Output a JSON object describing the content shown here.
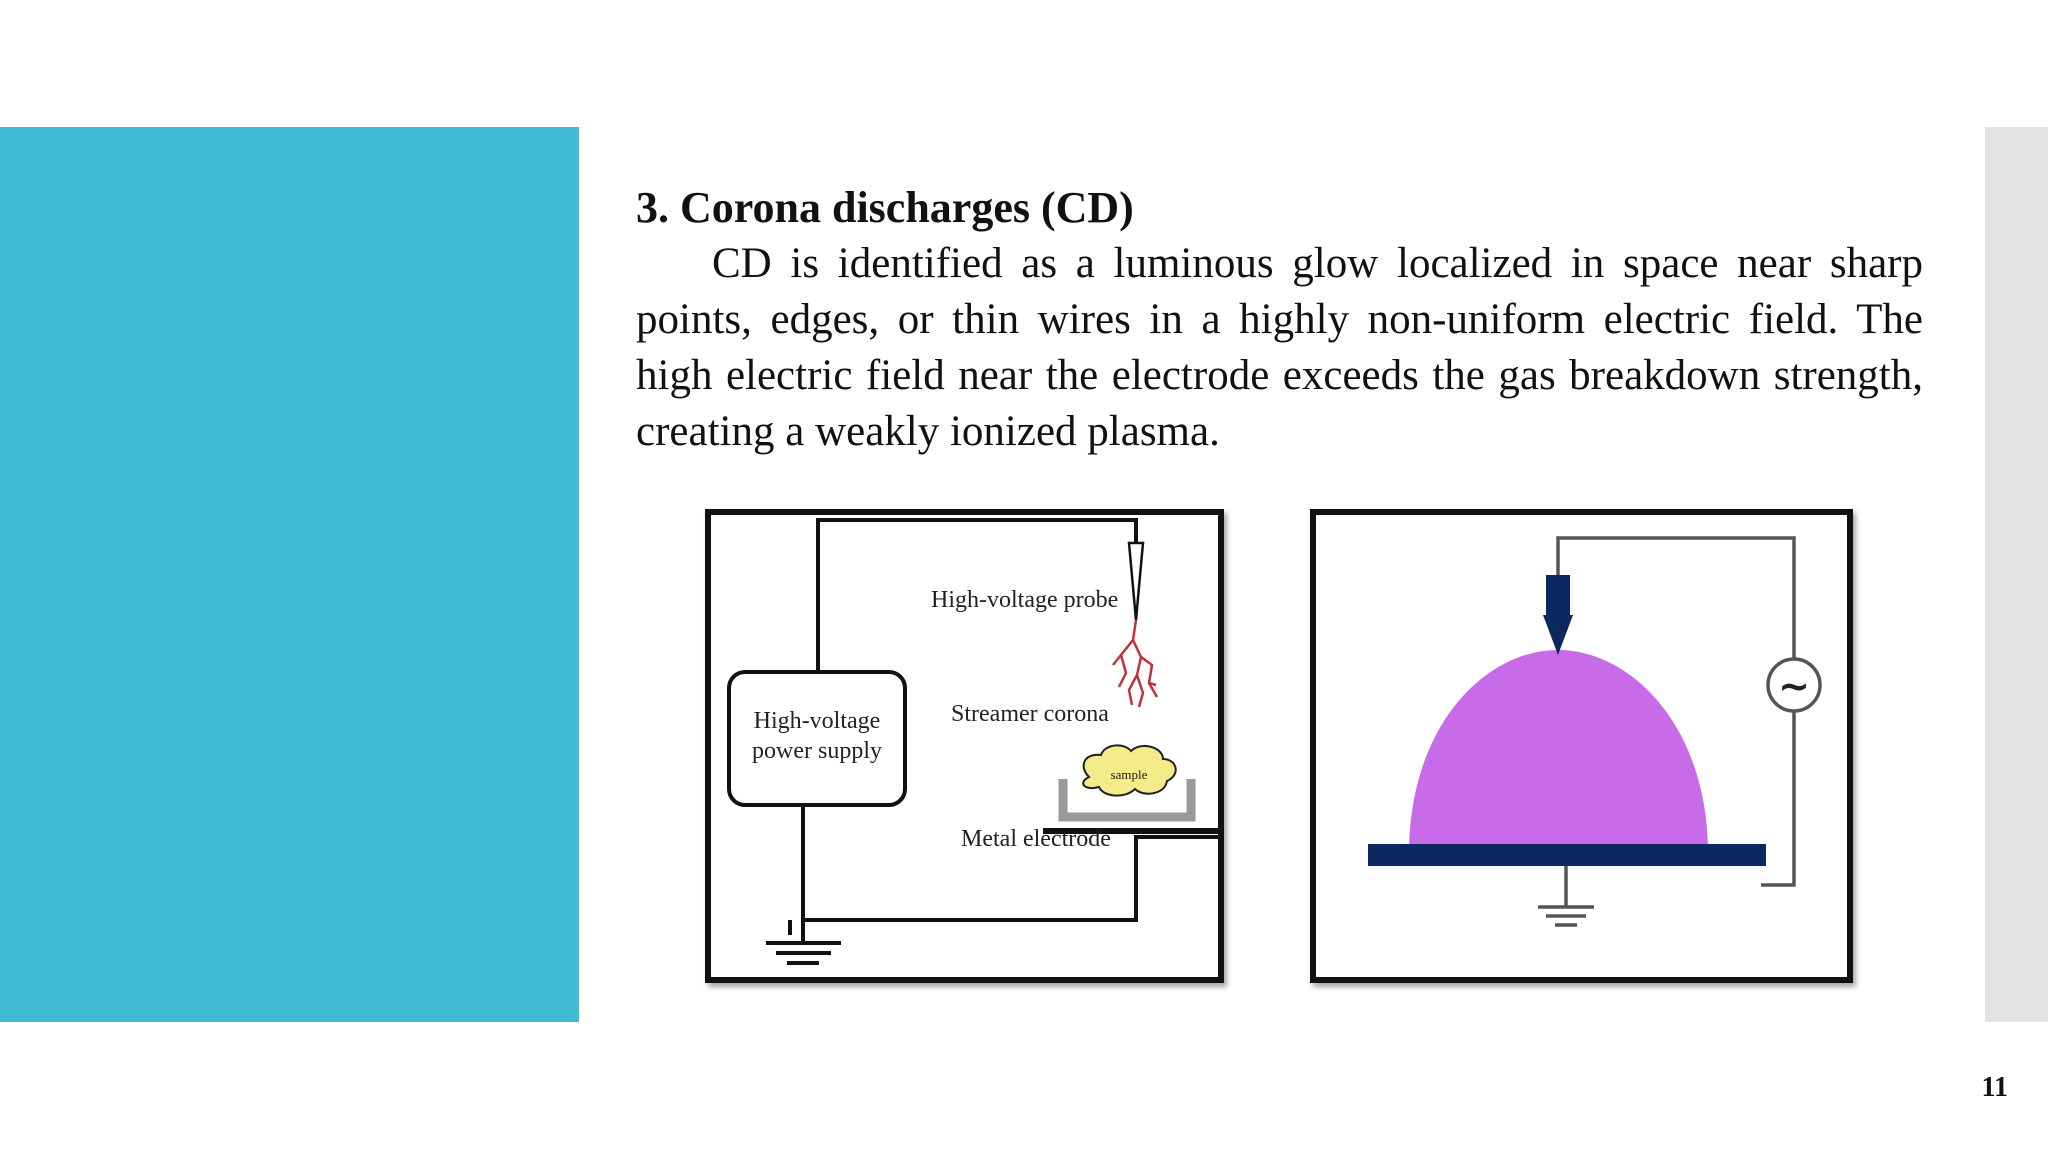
{
  "slide": {
    "title": "3. Corona discharges (CD)",
    "body": "CD is identified as a luminous glow localized in space near sharp points, edges, or thin wires in a highly non-uniform electric field. The high electric field near the electrode exceeds the gas breakdown strength, creating a weakly ionized plasma.",
    "page_number": "11"
  },
  "figure1": {
    "probe_label": "High-voltage probe",
    "supply_label_line1": "High-voltage",
    "supply_label_line2": "power supply",
    "corona_label": "Streamer corona",
    "sample_label": "sample",
    "electrode_label": "Metal electrode"
  },
  "figure2": {
    "ac_symbol": "~"
  },
  "colors": {
    "accent_band": "#40b9d3",
    "side_band": "#e3e3e3",
    "plasma": "#c76be8",
    "electrode": "#0d2860",
    "streamer": "#c0313c",
    "sample": "#f4eb8a"
  }
}
